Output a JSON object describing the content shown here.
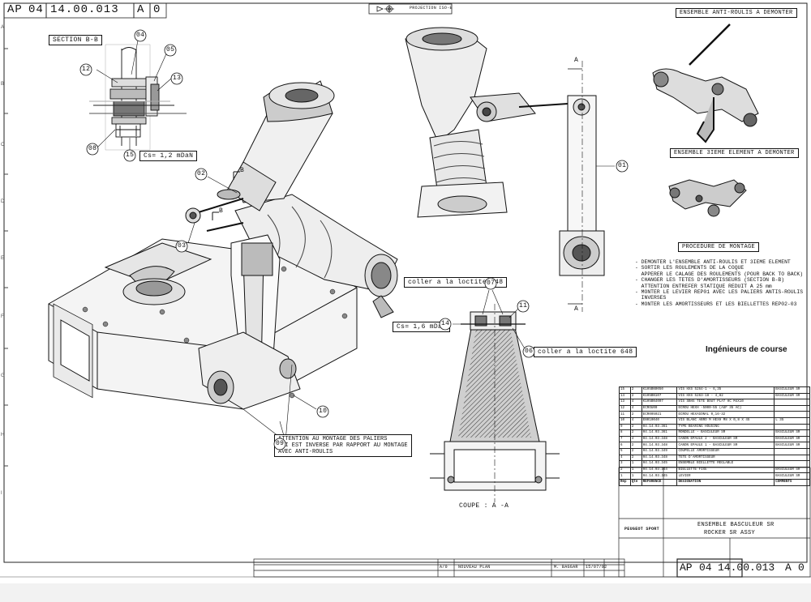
{
  "title_block_top": {
    "prefix": "AP",
    "sheet": "04",
    "number": "14.00.013",
    "rev": "A",
    "page": "0"
  },
  "projection": "PROJECTION ISO-E",
  "views": {
    "section_b": "SECTION B-B",
    "section_a": "COUPE : A -A",
    "section_marker_a": "A",
    "section_marker_b": "B",
    "torque_cs1": "Cs= 1,2 mDaN",
    "torque_cs2": "Cs= 1,6 mDaN",
    "loctite_1": "coller a la loctite 648",
    "loctite_2": "coller a la loctite 648",
    "warning": "ATTENTION AU MONTAGE DES PALIERS\nQUI EST INVERSE PAR RAPPORT AU MONTAGE\nAVEC ANTI-ROULIS"
  },
  "callouts": {
    "c01": "01",
    "c02": "02",
    "c03": "03",
    "c04": "04",
    "c05": "05",
    "c06": "06",
    "c07": "07",
    "c08": "08",
    "c09": "09",
    "c10": "10",
    "c11": "11",
    "c12": "12",
    "c13": "13",
    "c14": "14",
    "c15": "15"
  },
  "side_panels": {
    "remove_antiroll": "ENSEMBLE ANTI-ROULIS A DEMONTER",
    "remove_third": "ENSEMBLE 3IEME ELEMENT A DEMONTER",
    "procedure_title": "PROCEDURE DE MONTAGE",
    "procedure": "- DEMONTER L'ENSEMBLE ANTI-ROULIS ET 3IEME ELEMENT\n- SORTIR LES ROULEMENTS DE LA COQUE\n  APPERER LE CALAGE DES ROULEMENTS (POUR BACK TO BACK)\n- CHANGER LES TETES D'AMORTISSEURS (SECTION B-B)\n  ATTENTION ENTREFER STATIQUE REDUIT A 25 mm\n- MONTER LE LEVIER REP01 AVEC LES PALIERS ANTIS-ROULIS\n  INVERSES\n- MONTER LES AMORTISSEURS ET LES BIELLETTES REP02-03"
  },
  "watermark": "Ingénieurs de course",
  "parts_list": {
    "rows": [
      [
        "15",
        "2",
        "K105BN0050",
        "VIS HXS 5264-1 - 6,35",
        "BASCULEUR SR"
      ],
      [
        "14",
        "2",
        "K105BN107",
        "VIS HXS 5263-18 - 4,82",
        "BASCULEUR SR"
      ],
      [
        "13",
        "4",
        "K105BN4007",
        "VIS SBHS TETE BOUT PLAT HC M4X10",
        ""
      ],
      [
        "12",
        "4",
        "ECROU00",
        "ECROU HEXH -5000-55 (AUF 35 AC)",
        ""
      ],
      [
        "11",
        "2",
        "ECR005021",
        "ECROU HEXAGONAL 0,16-32",
        ""
      ],
      [
        "10",
        "4",
        "EN010040",
        "VIS BLANC ABRO M HEXH M8 X 0,8 X 45",
        "L 35"
      ],
      [
        "9",
        "2",
        "04.14.03.361",
        "TYPE BEARING HOUSING",
        ""
      ],
      [
        "8",
        "2",
        "04.14.03.361",
        "RONDELLE - BASCULEUR SR",
        "BASCULEUR SR"
      ],
      [
        "7",
        "4",
        "04.14.03.348",
        "CANON EPAULE 2 - BASCULEUR SR",
        "BASCULEUR SR"
      ],
      [
        "6",
        "2",
        "04.14.03.348",
        "CANON EPAULE 1 - BASCULEUR SR",
        "BASCULEUR SR"
      ],
      [
        "5",
        "2",
        "04.14.03.349",
        "COUPELLE AMORTISSEUR",
        ""
      ],
      [
        "4",
        "2",
        "04.14.03.348",
        "TETE D'AMORTISSEUR",
        ""
      ],
      [
        "3",
        "1",
        "04.14.03.345",
        "ENSEMBLE BIELLETTE REGLABLE",
        ""
      ],
      [
        "2",
        "1",
        "04.14.03.344",
        "BIELLETTE FIXE",
        "BASCULEUR SR"
      ],
      [
        "1",
        "1",
        "04.14.03.345",
        "LEVIER",
        "BASCULEUR SR"
      ]
    ],
    "header": [
      "Rep",
      "Qte",
      "REFERENCE",
      "DESIGNATION",
      "COMMENTS"
    ]
  },
  "title_block": {
    "company": "PEUGEOT SPORT",
    "assembly_fr": "ENSEMBLE BASCULEUR SR",
    "assembly_en": "ROCKER SR ASSY",
    "revision_row": "NOUVEAU PLAN",
    "rev_letter": "A/0",
    "drawn_by": "M. BAGGAR",
    "date": "15/07/02",
    "prefix": "AP",
    "sheet": "04",
    "number": "14.00.013",
    "rev": "A",
    "page": "0"
  }
}
